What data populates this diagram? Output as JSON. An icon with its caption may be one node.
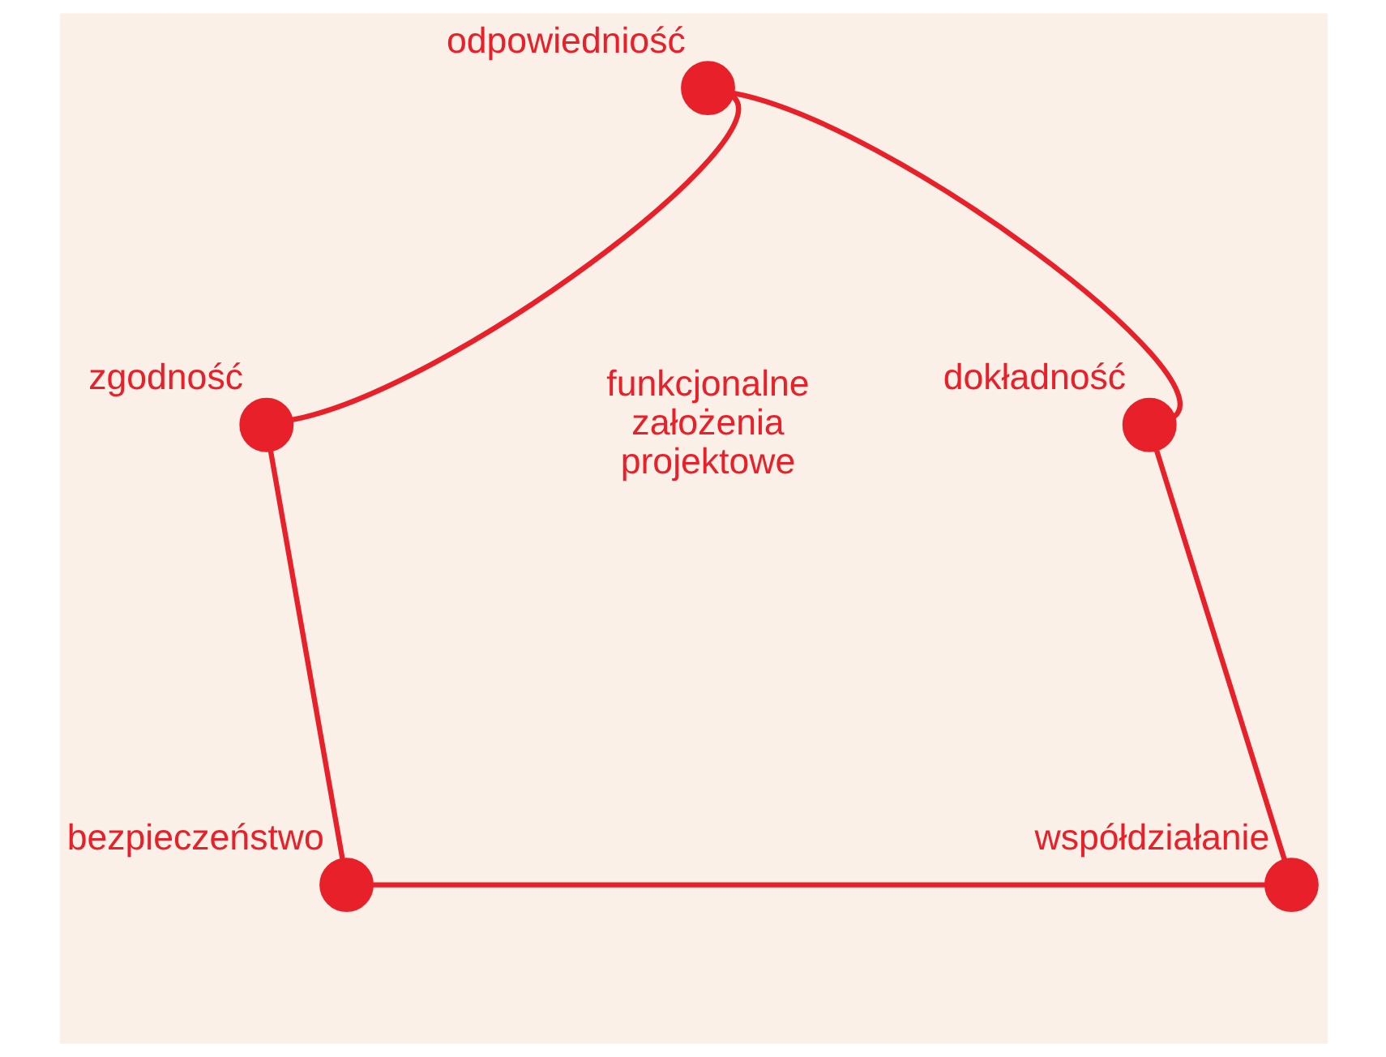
{
  "diagram": {
    "nodes": [
      {
        "text": [],
        "shape": "circle",
        "beside": [
          "odpowiedniość"
        ]
      },
      {
        "text": [],
        "shape": "circle",
        "beside": [
          "zgodność"
        ]
      },
      {
        "text": [],
        "shape": "circle",
        "beside": [
          "dokładność"
        ]
      },
      {
        "text": [],
        "shape": "circle",
        "beside": [
          "bezpieczeństwo"
        ]
      },
      {
        "text": [],
        "shape": "circle",
        "beside": [
          "współdziałanie"
        ]
      }
    ],
    "edges": [
      {
        "from": 0,
        "to": 2,
        "arrow": "none"
      },
      {
        "from": 2,
        "to": 4,
        "arrow": "none"
      },
      {
        "from": 4,
        "to": 3,
        "arrow": "none"
      },
      {
        "from": 3,
        "to": 1,
        "arrow": "none"
      },
      {
        "from": 1,
        "to": 0,
        "arrow": "none"
      }
    ],
    "labels": [
      "funkcjonalne założenia projektowe"
    ]
  }
}
